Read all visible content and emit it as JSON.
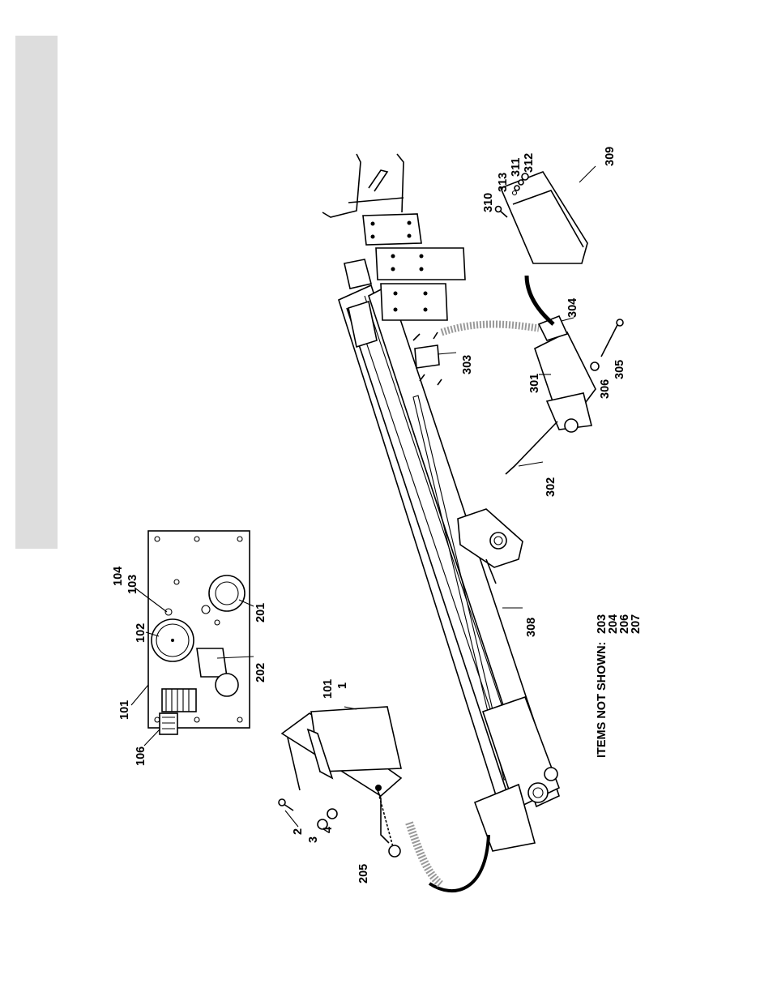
{
  "labels": {
    "l101a": "101",
    "l106": "106",
    "l102": "102",
    "l103": "103",
    "l104": "104",
    "l201": "201",
    "l202": "202",
    "l101b": "101",
    "l1": "1",
    "l2": "2",
    "l3": "3",
    "l4": "4",
    "l205": "205",
    "l308": "308",
    "l302": "302",
    "l301": "301",
    "l303": "303",
    "l304": "304",
    "l305": "305",
    "l306": "306",
    "l309": "309",
    "l310": "310",
    "l313": "313",
    "l311": "311",
    "l312": "312"
  },
  "not_shown": {
    "heading": "ITEMS NOT SHOWN:",
    "items": [
      "203",
      "204",
      "206",
      "207"
    ]
  }
}
